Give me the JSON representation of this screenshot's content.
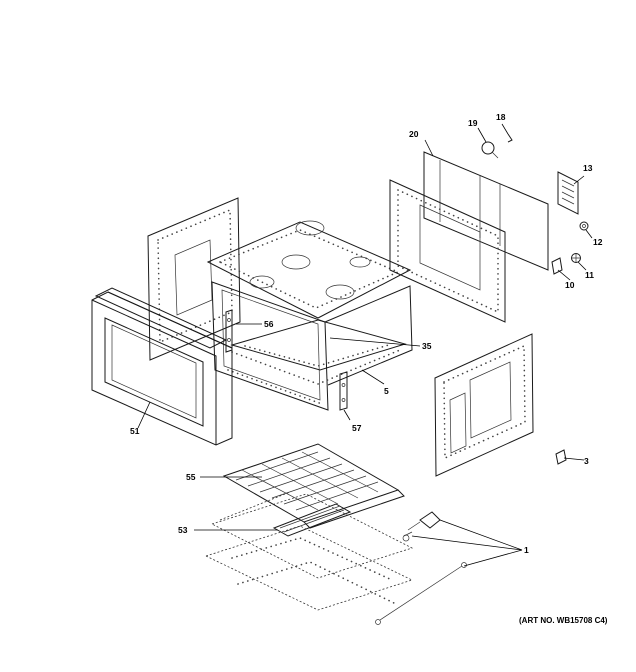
{
  "callouts": {
    "c1": "1",
    "c3": "3",
    "c5": "5",
    "c10": "10",
    "c11": "11",
    "c12": "12",
    "c13": "13",
    "c18": "18",
    "c19": "19",
    "c20": "20",
    "c35": "35",
    "c51": "51",
    "c53": "53",
    "c55": "55",
    "c56": "56",
    "c57": "57"
  },
  "art_number": "(ART NO. WB15708 C4)"
}
